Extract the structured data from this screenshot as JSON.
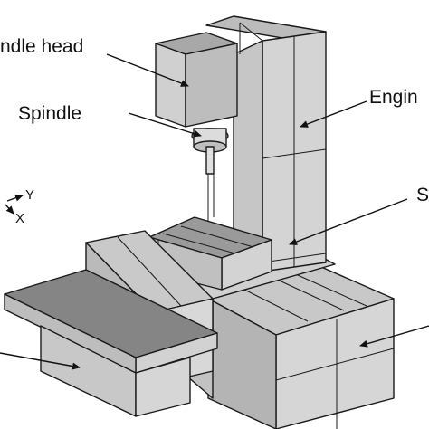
{
  "labels": {
    "spindle_head": "ndle head",
    "spindle": "Spindle",
    "engine": "Engin",
    "s_label": "S",
    "axis_y": "Y",
    "axis_x": "X"
  },
  "colors": {
    "light_face": "#d9d9d9",
    "mid_face": "#c4c4c4",
    "dark_face": "#9e9e9e",
    "top_face": "#8c8c8c",
    "outline": "#1a1a1a"
  }
}
